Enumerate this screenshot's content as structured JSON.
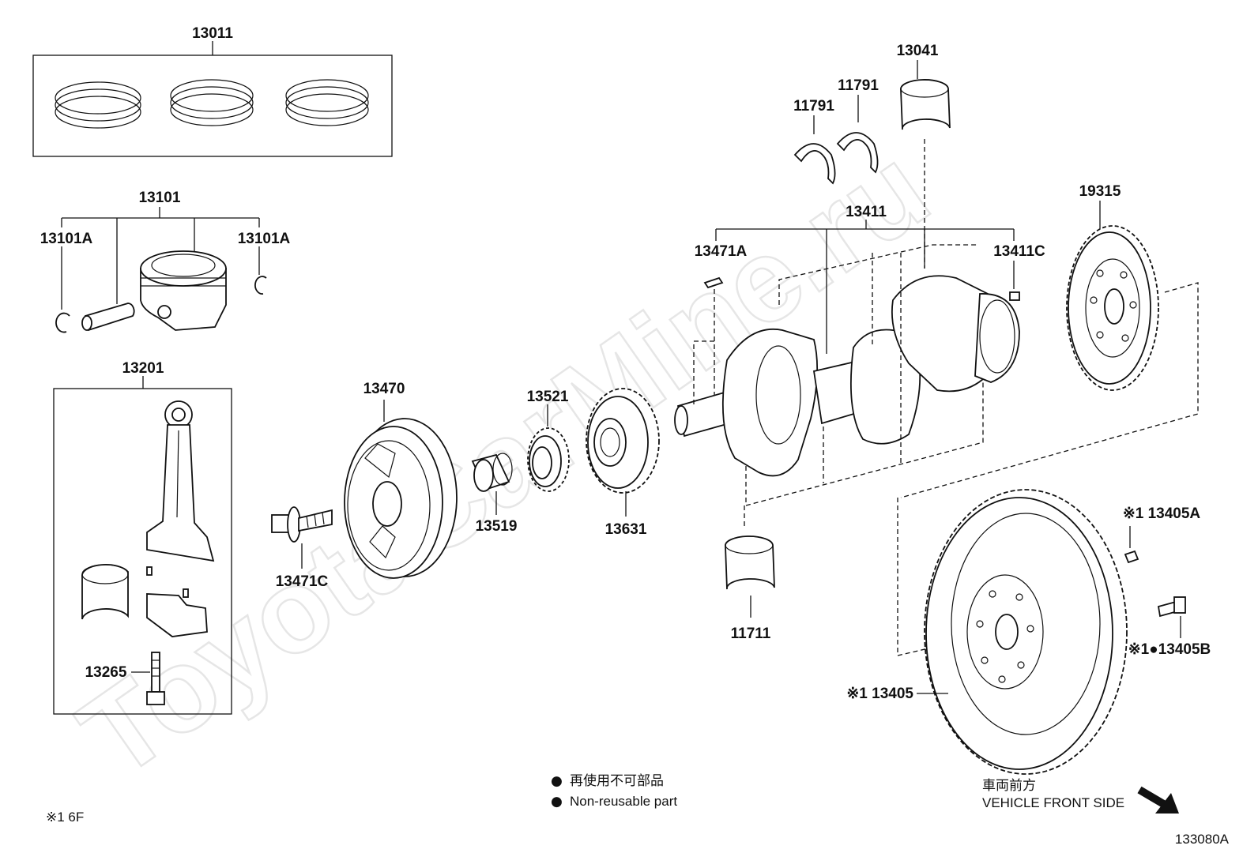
{
  "watermark": "ToyotaCarMine.ru",
  "labels": {
    "p13011": "13011",
    "p13101": "13101",
    "p13101A_left": "13101A",
    "p13101A_right": "13101A",
    "p13201": "13201",
    "p13265": "13265",
    "p13470": "13470",
    "p13471C": "13471C",
    "p13519": "13519",
    "p13521": "13521",
    "p13631": "13631",
    "p13041": "13041",
    "p11791_a": "11791",
    "p11791_b": "11791",
    "p13411": "13411",
    "p13471A": "13471A",
    "p13411C": "13411C",
    "p19315": "19315",
    "p11711": "11711",
    "p13405A": "※1 13405A",
    "p13405B": "※1●13405B",
    "p13405": "※1 13405"
  },
  "legend": {
    "jp": "再使用不可部品",
    "en": "Non-reusable part",
    "marker": "●"
  },
  "front": {
    "jp": "車両前方",
    "en": "VEHICLE FRONT SIDE"
  },
  "footnote": "※1  6F",
  "figure_code": "133080A"
}
